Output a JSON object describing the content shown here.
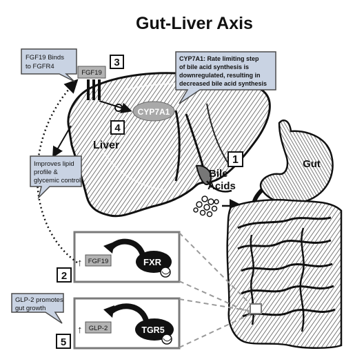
{
  "title": "Gut-Liver Axis",
  "organs": {
    "liver": "Liver",
    "gut": "Gut",
    "bile_acids_line1": "Bile",
    "bile_acids_line2": "Acids"
  },
  "steps": [
    "1",
    "2",
    "3",
    "4",
    "5"
  ],
  "callouts": {
    "fgf19_binds": [
      "FGF19 Binds",
      "to FGFR4"
    ],
    "cyp7a1": [
      "CYP7A1:  Rate limiting step",
      "of bile acid synthesis  is",
      "downregulated, resulting in",
      "decreased bile acid synthesis"
    ],
    "lipid": [
      "Improves lipid",
      "profile &",
      "glycemic control"
    ],
    "glp2": [
      "GLP-2 promotes",
      "gut growth"
    ]
  },
  "labels": {
    "fgf19_receptor": "FGF19",
    "cyp7a1_enzyme": "CYP7A1",
    "fxr": "FXR",
    "fgf19_box": "FGF19",
    "tgr5": "TGR5",
    "glp2_box": "GLP-2",
    "up_arrow": "↑"
  },
  "colors": {
    "callout_fill": "#c9d3e3",
    "callout_stroke": "#4a4a4a",
    "gray_box": "#b3b3b3",
    "enzyme_fill": "#a9a9a9",
    "receptor_fill": "#111111",
    "panel_border": "#7a7a7a"
  }
}
